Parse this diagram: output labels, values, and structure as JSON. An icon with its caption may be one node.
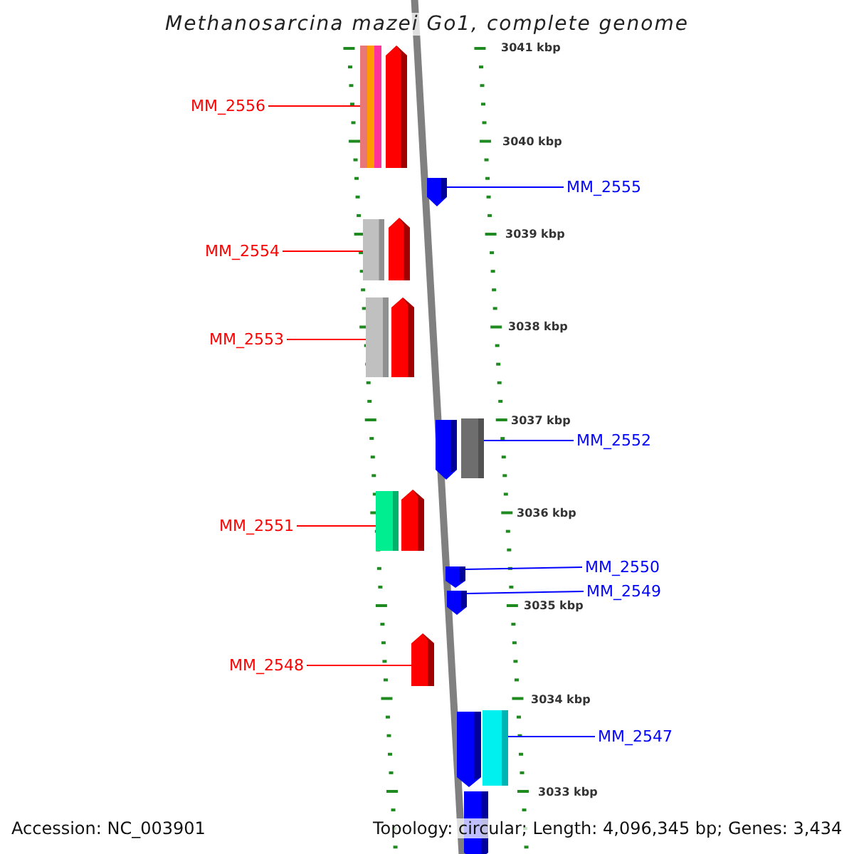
{
  "diagram": {
    "title": "Methanosarcina mazei Go1, complete genome",
    "nodes": [
      {
        "text": [
          "MM_2556"
        ]
      },
      {
        "text": [],
        "shape": "bar"
      },
      {
        "text": [
          "MM_2555"
        ]
      },
      {
        "text": [],
        "shape": "bar"
      },
      {
        "text": [
          "MM_2554"
        ]
      },
      {
        "text": [],
        "shape": "bar"
      },
      {
        "text": [
          "MM_2553"
        ]
      },
      {
        "text": [],
        "shape": "bar"
      },
      {
        "text": [
          "MM_2552"
        ]
      },
      {
        "text": [],
        "shape": "bar"
      },
      {
        "text": [
          "MM_2551"
        ]
      },
      {
        "text": [],
        "shape": "bar"
      },
      {
        "text": [
          "MM_2550"
        ]
      },
      {
        "text": [],
        "shape": "bar"
      },
      {
        "text": [
          "MM_2549"
        ]
      },
      {
        "text": [],
        "shape": "bar"
      },
      {
        "text": [
          "MM_2548"
        ]
      },
      {
        "text": [],
        "shape": "bar"
      },
      {
        "text": [
          "MM_2547"
        ]
      },
      {
        "text": [],
        "shape": "bar"
      },
      {
        "text": [],
        "shape": "bar"
      }
    ],
    "edges": [
      {
        "from": 0,
        "to": 1,
        "arrow": "none",
        "color": "#ff0000"
      },
      {
        "from": 2,
        "to": 3,
        "arrow": "none",
        "color": "#0000ff"
      },
      {
        "from": 4,
        "to": 5,
        "arrow": "none",
        "color": "#ff0000"
      },
      {
        "from": 6,
        "to": 7,
        "arrow": "none",
        "color": "#ff0000"
      },
      {
        "from": 8,
        "to": 9,
        "arrow": "none",
        "color": "#0000ff"
      },
      {
        "from": 10,
        "to": 11,
        "arrow": "none",
        "color": "#ff0000"
      },
      {
        "from": 12,
        "to": 13,
        "arrow": "none",
        "color": "#0000ff"
      },
      {
        "from": 14,
        "to": 15,
        "arrow": "none",
        "color": "#0000ff"
      },
      {
        "from": 16,
        "to": 17,
        "arrow": "none",
        "color": "#ff0000"
      },
      {
        "from": 18,
        "to": 19,
        "arrow": "none",
        "color": "#0000ff"
      }
    ],
    "labels": [
      "3041 kbp",
      "3040 kbp",
      "3039 kbp",
      "3038 kbp",
      "3037 kbp",
      "3036 kbp",
      "3035 kbp",
      "3034 kbp",
      "3033 kbp",
      "Accession: NC_003901",
      "Topology: circular; Length: 4,096,345 bp; Genes: 3,434"
    ]
  }
}
